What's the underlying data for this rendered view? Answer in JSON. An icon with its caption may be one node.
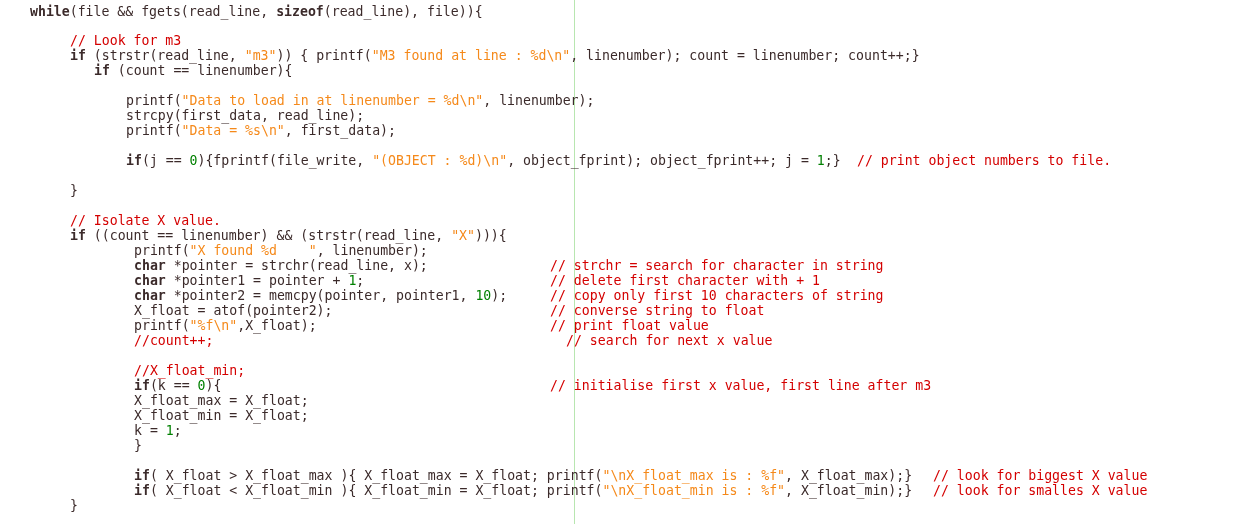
{
  "diagram": {
    "labels": [
      "**while**(file && fgets(read_line, **sizeof**(read_line), file)){",
      "// Look for m3",
      "**if** (strstr(read_line, \"m3\")) { printf(\"M3 found at line : %d\\n\", linenumber); count = linenumber; count++;}",
      "**if** (count == linenumber){",
      "printf(\"Data to load in at linenumber = %d\\n\", linenumber);",
      "strcpy(first_data, read_line);",
      "printf(\"Data = %s\\n\", first_data);",
      "**if**(j == 0){fprintf(file_write, \"(OBJECT : %d)\\n\", object_fprint); object_fprint++; j = 1;}",
      "// print object numbers to file.",
      "}",
      "// Isolate X value.",
      "**if** ((count == linenumber) && (strstr(read_line, \"X\"))){",
      "printf(\"X found %d    \", linenumber);",
      "**char** *pointer = strchr(read_line, x);",
      "// strchr = search for character in string",
      "**char** *pointer1 = pointer + 1;",
      "// delete first character with + 1",
      "**char** *pointer2 = memcpy(pointer, pointer1, 10);",
      "// copy only first 10 characters of string",
      "X_float = atof(pointer2);",
      "// converse string to float",
      "printf(\"%f\\n\",X_float);",
      "// print float value",
      "//count++;",
      "// search for next x value",
      "//X_float_min;",
      "**if**(k == 0){",
      "// initialise first x value, first line after m3",
      "X_float_max = X_float;",
      "X_float_min = X_float;",
      "k = 1;",
      "}",
      "**if**( X_float > X_float_max ){ X_float_max = X_float; printf(\"\\nX_float_max is : %f\", X_float_max);}",
      "// look for biggest X value",
      "**if**( X_float < X_float_min ){ X_float_min = X_float; printf(\"\\nX_float_min is : %f\", X_float_min);}",
      "// look for smalles X value",
      "}"
    ]
  }
}
